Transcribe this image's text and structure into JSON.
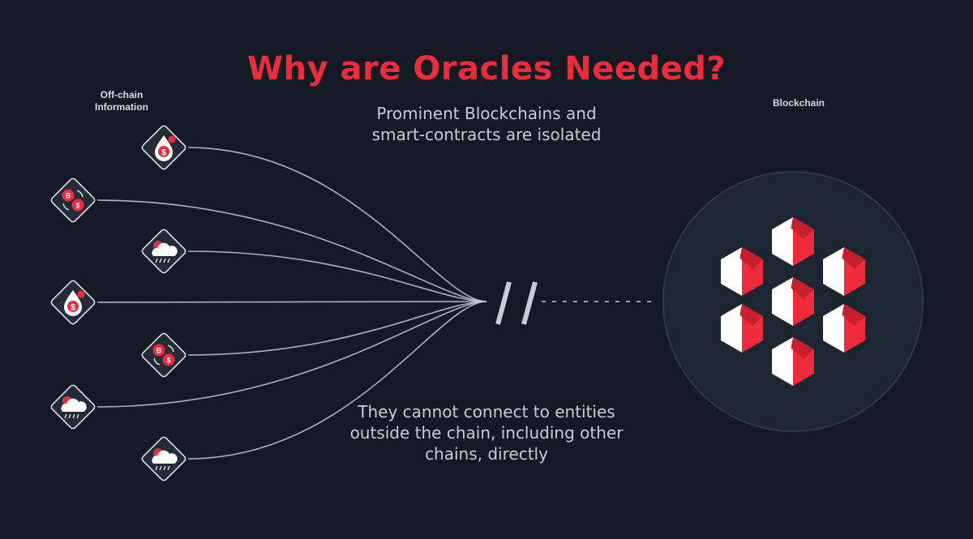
{
  "title": "Why are Oracles Needed?",
  "off_chain_label": [
    "Off-chain",
    "Information"
  ],
  "blockchain_label": "Blockchain",
  "caption_top": [
    "Prominent Blockchains and",
    "smart-contracts are isolated"
  ],
  "caption_bottom": [
    "They cannot connect to entities",
    "outside the chain, including other",
    "chains, directly"
  ],
  "icons": [
    {
      "name": "dollar-drop-icon",
      "kind": "dollar"
    },
    {
      "name": "bitcoin-dollar-exchange-icon",
      "kind": "exchange"
    },
    {
      "name": "weather-cloud-icon",
      "kind": "weather"
    },
    {
      "name": "dollar-drop-icon",
      "kind": "dollar"
    },
    {
      "name": "bitcoin-dollar-exchange-icon",
      "kind": "exchange"
    },
    {
      "name": "weather-cloud-icon",
      "kind": "weather"
    },
    {
      "name": "weather-cloud-icon",
      "kind": "weather"
    }
  ],
  "colors": {
    "background": "#141a24",
    "accent_red": "#ee2b3a",
    "line": "#c8ccd3",
    "circle_fill": "#1c2532",
    "circle_stroke": "#2c3a4c"
  }
}
